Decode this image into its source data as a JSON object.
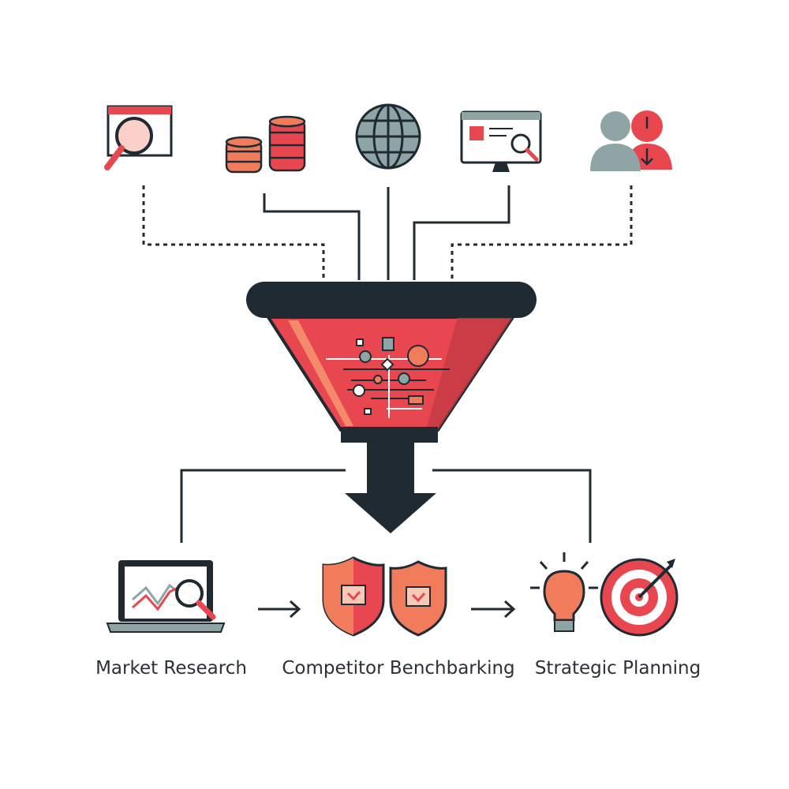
{
  "colors": {
    "dark": "#1f2a33",
    "red": "#e8474f",
    "salmon": "#f07c5c",
    "gray": "#8fa5a5"
  },
  "inputs": [
    {
      "icon": "report-magnifier-icon"
    },
    {
      "icon": "coin-stacks-icon"
    },
    {
      "icon": "globe-icon"
    },
    {
      "icon": "monitor-search-icon"
    },
    {
      "icon": "users-download-icon"
    }
  ],
  "outputs": [
    {
      "label": "Market Research",
      "icon": "laptop-chart-icon"
    },
    {
      "label": "Competitor Benchbarking",
      "icon": "shields-icon"
    },
    {
      "label": "Strategic Planning",
      "icon": "lightbulb-target-icon"
    }
  ]
}
